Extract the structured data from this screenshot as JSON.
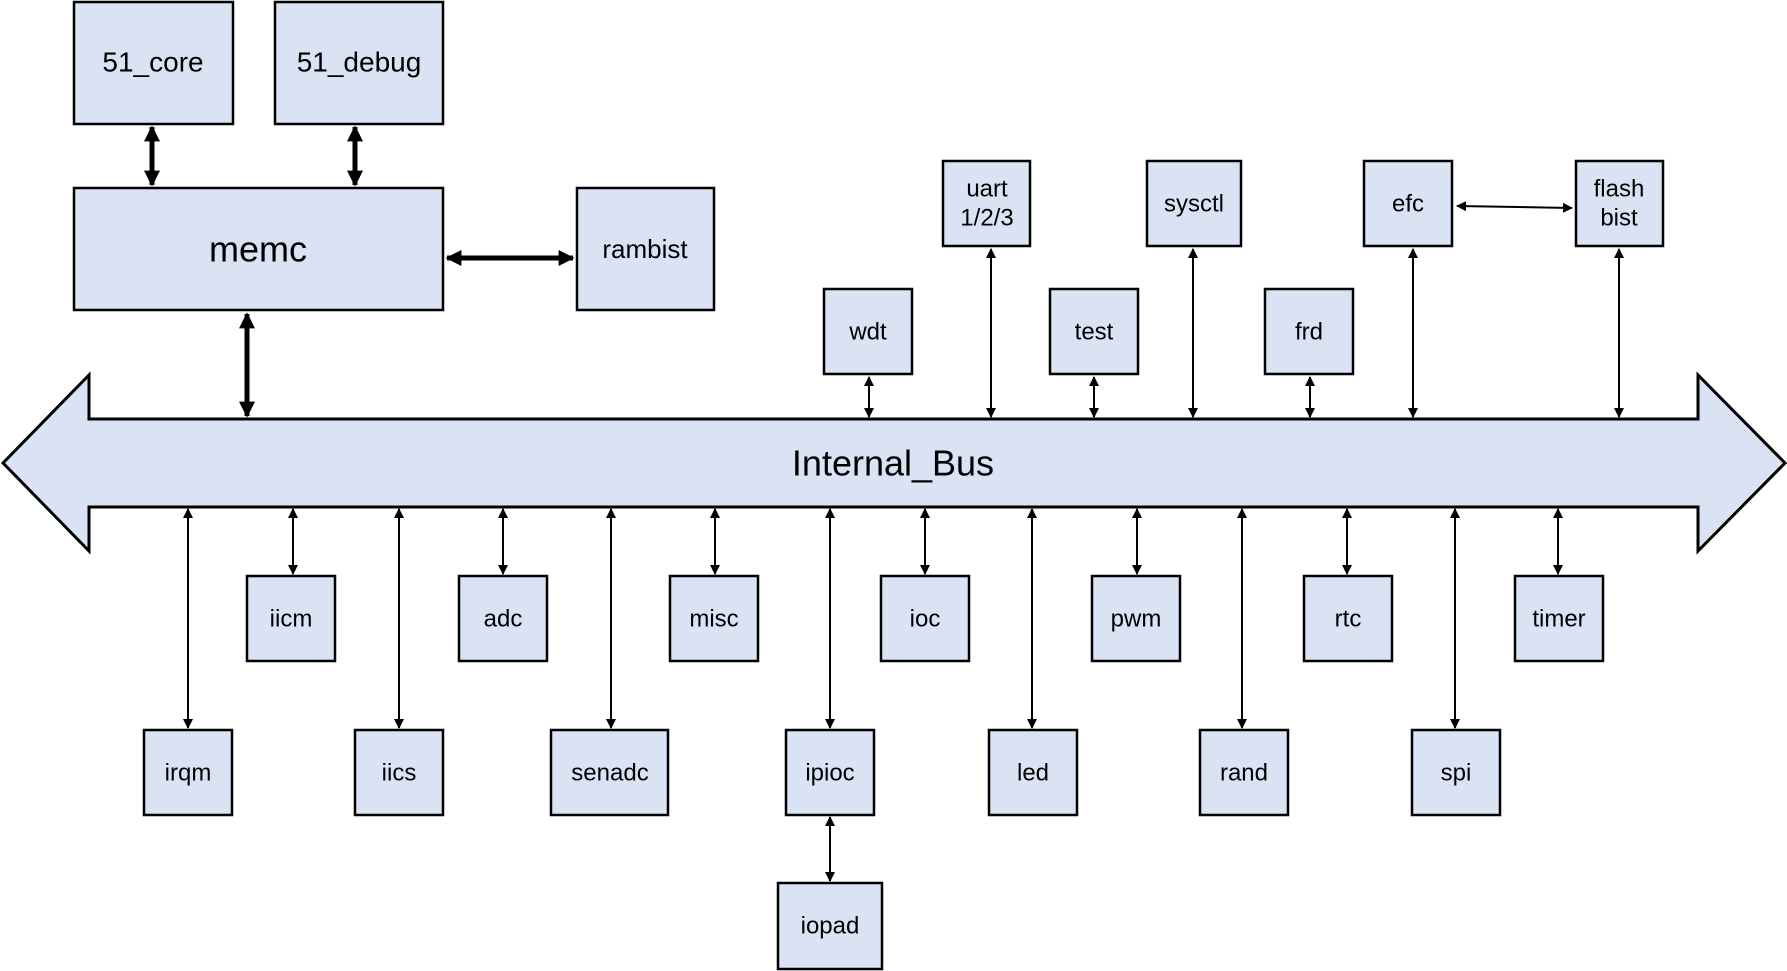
{
  "bus": {
    "label": "Internal_Bus"
  },
  "blocks": {
    "core": "51_core",
    "debug": "51_debug",
    "memc": "memc",
    "rambist": "rambist",
    "wdt": "wdt",
    "uart_line1": "uart",
    "uart_line2": "1/2/3",
    "test": "test",
    "sysctl": "sysctl",
    "frd": "frd",
    "efc": "efc",
    "flashbist_line1": "flash",
    "flashbist_line2": "bist",
    "iicm": "iicm",
    "adc": "adc",
    "misc": "misc",
    "ioc": "ioc",
    "pwm": "pwm",
    "rtc": "rtc",
    "timer": "timer",
    "irqm": "irqm",
    "iics": "iics",
    "senadc": "senadc",
    "ipioc": "ipioc",
    "led": "led",
    "rand": "rand",
    "spi": "spi",
    "iopad": "iopad"
  },
  "colors": {
    "block_fill": "#dae3f3",
    "stroke": "#000000"
  }
}
